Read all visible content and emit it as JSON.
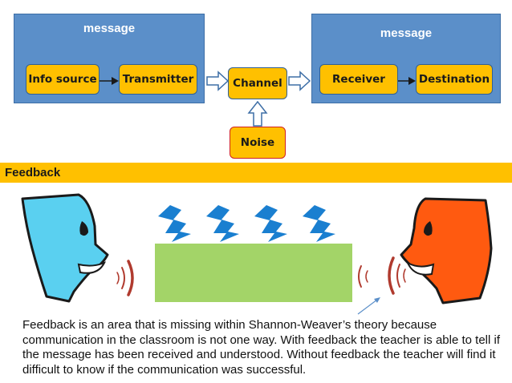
{
  "diagram": {
    "left_panel_title": "message",
    "right_panel_title": "message",
    "nodes": {
      "info_source": "Info source",
      "transmitter": "Transmitter",
      "channel": "Channel",
      "receiver": "Receiver",
      "destination": "Destination",
      "noise": "Noise"
    }
  },
  "feedback": {
    "heading": "Feedback",
    "caption": "Feedback is an area that is missing within Shannon-Weaver’s theory because communication in the classroom is not one way. With feedback the teacher is able to tell if the message has been received and understood. Without feedback the teacher will find it difficult to know if the communication was successful."
  },
  "colors": {
    "panel_blue": "#5b8fc9",
    "node_yellow": "#ffc000",
    "noise_border": "#d02020",
    "left_head": "#5ad0f0",
    "right_head": "#ff5a10",
    "barrier_green": "#a3d468",
    "lightning_blue": "#1a7fd0",
    "sound_wave_red": "#b03a2e"
  }
}
